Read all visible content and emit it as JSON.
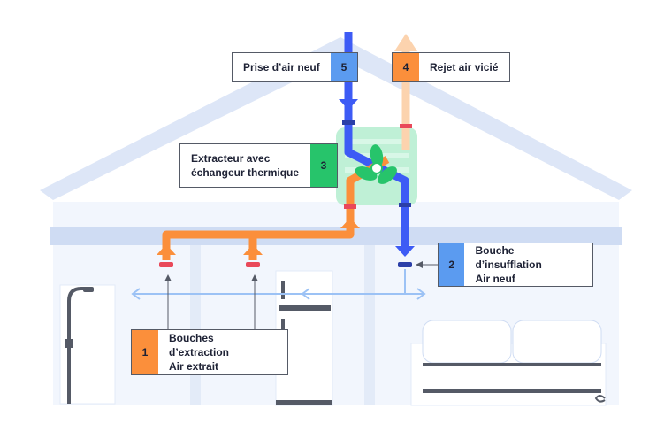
{
  "colors": {
    "house_outline": "#dde6f7",
    "house_fill": "#f2f6fd",
    "beam": "#cfdcf3",
    "fresh_air": "#3d5bf5",
    "extract_air": "#fb8f3b",
    "stale_air": "#fcd3ae",
    "exchanger": "#bff0d6",
    "circulation": "#9cc2f5",
    "valve_red": "#e9495a"
  },
  "callouts": {
    "prise": {
      "number": "5",
      "label_line1": "Prise d’air neuf",
      "color": "blue"
    },
    "rejet": {
      "number": "4",
      "label_line1": "Rejet air vicié",
      "color": "orange"
    },
    "extracteur": {
      "number": "3",
      "label_line1": "Extracteur avec",
      "label_line2": "échangeur thermique",
      "color": "green"
    },
    "insufflation": {
      "number": "2",
      "label_line1": "Bouche d’insufflation",
      "label_line2": "Air neuf",
      "color": "blue"
    },
    "extraction": {
      "number": "1",
      "label_line1": "Bouches d’extraction",
      "label_line2": "Air extrait",
      "color": "orange"
    }
  },
  "icons": {
    "fan": "fan-icon",
    "shower": "shower-icon",
    "fridge": "fridge-icon",
    "sofa": "sofa-icon"
  }
}
